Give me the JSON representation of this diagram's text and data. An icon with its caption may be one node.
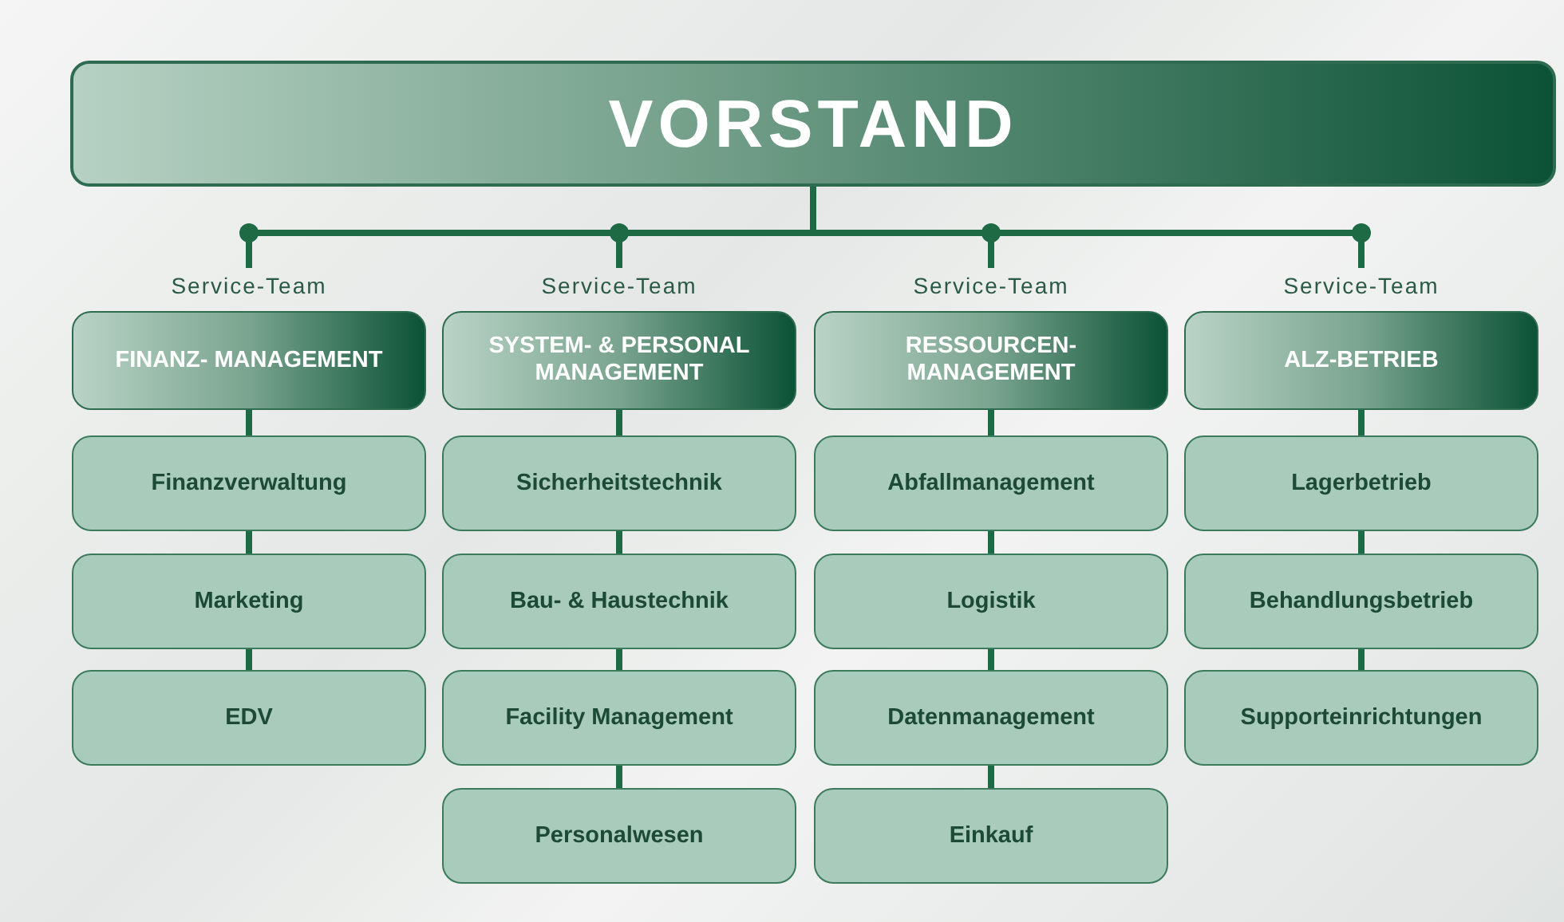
{
  "diagram": {
    "nodes": [
      {
        "text": [
          "VORSTAND"
        ]
      },
      {
        "text": [
          "FINANZ- MANAGEMENT"
        ],
        "beside": [
          "Service-Team"
        ]
      },
      {
        "text": [
          "Finanzverwaltung"
        ]
      },
      {
        "text": [
          "Marketing"
        ]
      },
      {
        "text": [
          "EDV"
        ]
      },
      {
        "text": [
          "SYSTEM- & PERSONAL MANAGEMENT"
        ],
        "beside": [
          "Service-Team"
        ]
      },
      {
        "text": [
          "Sicherheitstechnik"
        ]
      },
      {
        "text": [
          "Bau- & Haustechnik"
        ]
      },
      {
        "text": [
          "Facility Management"
        ]
      },
      {
        "text": [
          "Personalwesen"
        ]
      },
      {
        "text": [
          "RESSOURCEN- MANAGEMENT"
        ],
        "beside": [
          "Service-Team"
        ]
      },
      {
        "text": [
          "Abfallmanagement"
        ]
      },
      {
        "text": [
          "Logistik"
        ]
      },
      {
        "text": [
          "Datenmanagement"
        ]
      },
      {
        "text": [
          "Einkauf"
        ]
      },
      {
        "text": [
          "ALZ-BETRIEB"
        ],
        "beside": [
          "Service-Team"
        ]
      },
      {
        "text": [
          "Lagerbetrieb"
        ]
      },
      {
        "text": [
          "Behandlungsbetrieb"
        ]
      },
      {
        "text": [
          "Supporteinrichtungen"
        ]
      }
    ],
    "edges": [
      {
        "from": 0,
        "to": 1,
        "arrow": "none"
      },
      {
        "from": 0,
        "to": 5,
        "arrow": "none"
      },
      {
        "from": 0,
        "to": 10,
        "arrow": "none"
      },
      {
        "from": 0,
        "to": 15,
        "arrow": "none"
      },
      {
        "from": 1,
        "to": 2,
        "arrow": "none"
      },
      {
        "from": 2,
        "to": 3,
        "arrow": "none"
      },
      {
        "from": 3,
        "to": 4,
        "arrow": "none"
      },
      {
        "from": 5,
        "to": 6,
        "arrow": "none"
      },
      {
        "from": 6,
        "to": 7,
        "arrow": "none"
      },
      {
        "from": 7,
        "to": 8,
        "arrow": "none"
      },
      {
        "from": 8,
        "to": 9,
        "arrow": "none"
      },
      {
        "from": 10,
        "to": 11,
        "arrow": "none"
      },
      {
        "from": 11,
        "to": 12,
        "arrow": "none"
      },
      {
        "from": 12,
        "to": 13,
        "arrow": "none"
      },
      {
        "from": 13,
        "to": 14,
        "arrow": "none"
      },
      {
        "from": 15,
        "to": 16,
        "arrow": "none"
      },
      {
        "from": 16,
        "to": 17,
        "arrow": "none"
      },
      {
        "from": 17,
        "to": 18,
        "arrow": "none"
      }
    ]
  }
}
